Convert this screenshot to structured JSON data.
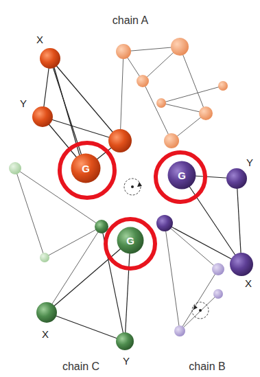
{
  "diagram": {
    "nodes": [
      {
        "text": [
          "G"
        ]
      },
      {
        "text": [
          "G"
        ]
      },
      {
        "text": [
          "G"
        ]
      }
    ],
    "labels": [
      "chain A",
      "X",
      "Y",
      "Y",
      "X",
      "X",
      "Y",
      "chain C",
      "chain B"
    ]
  }
}
